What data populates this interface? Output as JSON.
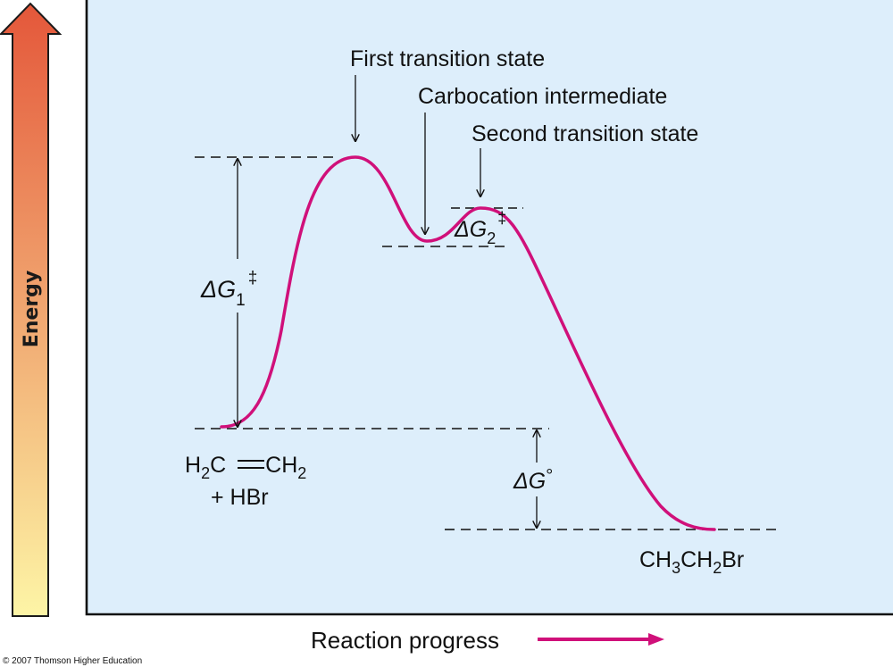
{
  "energy_axis": {
    "label": "Energy",
    "gradient_top_color": "#E4573A",
    "gradient_bottom_color": "#FDF5A6"
  },
  "plot": {
    "background_color": "#DDEEFB",
    "curve_color": "#D0107A"
  },
  "x_axis": {
    "label": "Reaction progress",
    "arrow_color": "#D0107A"
  },
  "annotations": {
    "first_transition_state": "First transition state",
    "carbocation_intermediate": "Carbocation intermediate",
    "second_transition_state": "Second transition state"
  },
  "energy_gaps": {
    "dg1": {
      "symbol": "ΔG",
      "subscript": "1",
      "superscript": "‡"
    },
    "dg2": {
      "symbol": "ΔG",
      "subscript": "2",
      "superscript": "‡"
    },
    "dg0": {
      "symbol": "ΔG",
      "superscript": "°"
    }
  },
  "reactants": {
    "line1_part1": "H",
    "line1_sub1": "2",
    "line1_part2": "C",
    "line1_part3": "CH",
    "line1_sub2": "2",
    "line2": "+ HBr"
  },
  "product": {
    "part1": "CH",
    "sub1": "3",
    "part2": "CH",
    "sub2": "2",
    "part3": "Br"
  },
  "copyright": "© 2007 Thomson Higher Education"
}
